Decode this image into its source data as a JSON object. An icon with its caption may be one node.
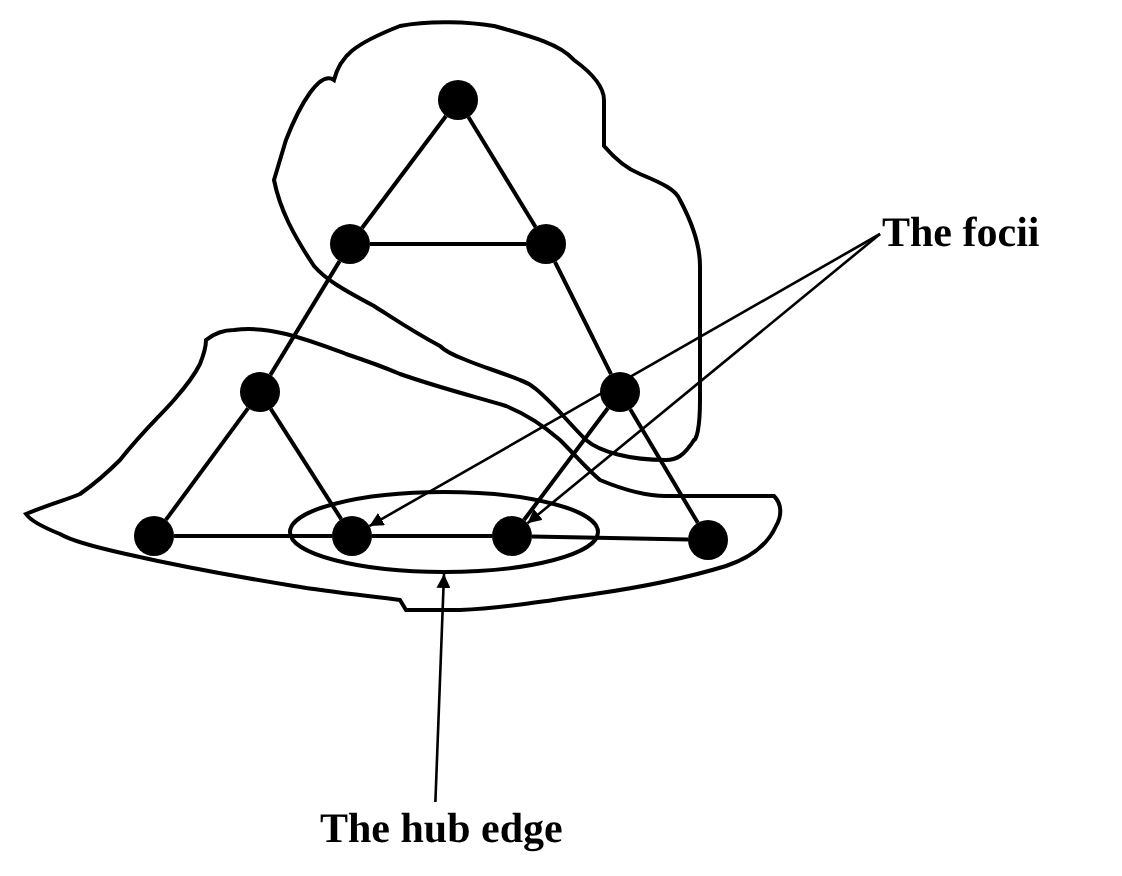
{
  "diagram": {
    "nodes": [
      {
        "text": [],
        "shape": "blob"
      },
      {
        "text": [],
        "shape": "circle",
        "in": 0
      },
      {
        "text": [],
        "shape": "circle",
        "in": 0
      },
      {
        "text": [],
        "shape": "circle",
        "in": 0
      },
      {
        "text": [
          "The focii"
        ]
      },
      {
        "text": [],
        "shape": "blob"
      },
      {
        "text": [],
        "shape": "circle",
        "in": 5
      },
      {
        "text": [],
        "shape": "circle",
        "in": 0
      },
      {
        "text": [],
        "shape": "circle",
        "in": 5
      },
      {
        "text": [],
        "shape": "ellipse",
        "in": 5
      },
      {
        "text": [],
        "shape": "circle",
        "in": 9
      },
      {
        "text": [],
        "shape": "circle",
        "in": 9
      },
      {
        "text": [],
        "shape": "circle",
        "in": 5
      },
      {
        "text": [
          "The hub edge"
        ]
      }
    ],
    "edges": [
      {
        "from": 1,
        "to": 2,
        "arrow": "none"
      },
      {
        "from": 1,
        "to": 3,
        "arrow": "none"
      },
      {
        "from": 2,
        "to": 3,
        "arrow": "none"
      },
      {
        "from": 2,
        "to": 6,
        "arrow": "none"
      },
      {
        "from": 3,
        "to": 7,
        "arrow": "none"
      },
      {
        "from": 6,
        "to": 8,
        "arrow": "none"
      },
      {
        "from": 6,
        "to": 10,
        "arrow": "none"
      },
      {
        "from": 8,
        "to": 10,
        "arrow": "none"
      },
      {
        "from": 10,
        "to": 11,
        "arrow": "none"
      },
      {
        "from": 11,
        "to": 12,
        "arrow": "none"
      },
      {
        "from": 7,
        "to": 11,
        "arrow": "none"
      },
      {
        "from": 7,
        "to": 12,
        "arrow": "none"
      },
      {
        "from": 4,
        "to": 10,
        "arrow": "to"
      },
      {
        "from": 4,
        "to": 11,
        "arrow": "to"
      },
      {
        "from": 13,
        "to": 9,
        "arrow": "to"
      }
    ]
  }
}
